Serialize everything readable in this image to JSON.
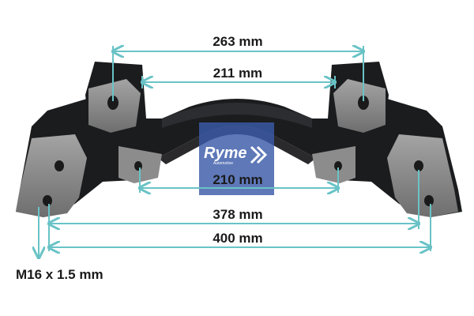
{
  "dimensions": {
    "d263": "263 mm",
    "d211": "211 mm",
    "d210": "210 mm",
    "d378": "378 mm",
    "d400": "400 mm",
    "thread": "M16 x 1.5 mm"
  },
  "logo": {
    "name": "Ryme",
    "tagline": "Automotive"
  },
  "colors": {
    "dimension_line": "#69c3c6",
    "logo_bg": "#3a5aa8",
    "part_dark": "#1b1c1e",
    "part_grey": "#8a8a8a"
  }
}
